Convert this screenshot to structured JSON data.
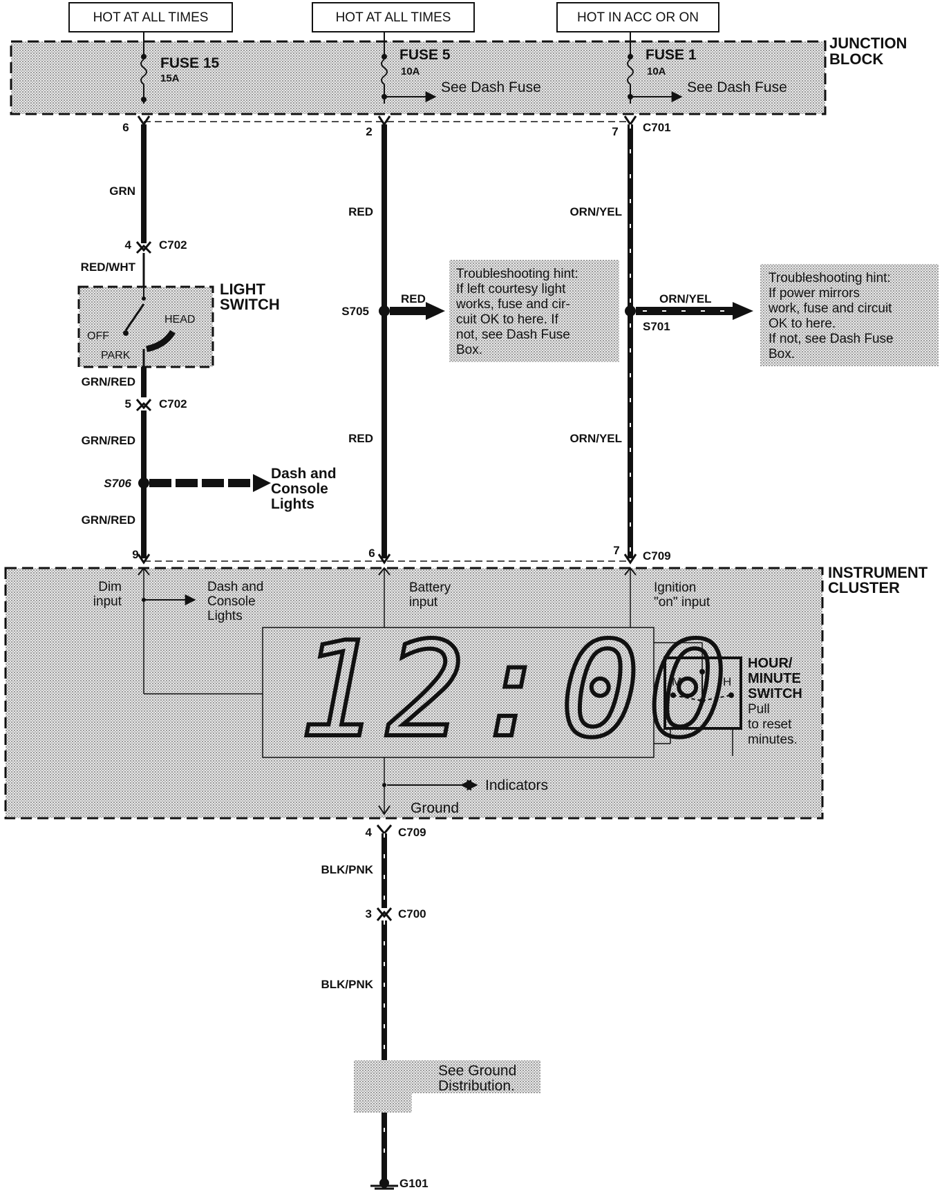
{
  "power_sources": [
    {
      "label": "HOT AT ALL TIMES"
    },
    {
      "label": "HOT AT ALL TIMES"
    },
    {
      "label": "HOT IN ACC OR ON"
    }
  ],
  "junction_block": {
    "title_line1": "JUNCTION",
    "title_line2": "BLOCK",
    "fuses": [
      {
        "name": "FUSE 15",
        "rating": "15A",
        "note": ""
      },
      {
        "name": "FUSE 5",
        "rating": "10A",
        "note": "See Dash Fuse"
      },
      {
        "name": "FUSE 1",
        "rating": "10A",
        "note": "See Dash Fuse"
      }
    ]
  },
  "connectors": {
    "c701": "C701",
    "c702_top": "C702",
    "c702_bottom": "C702",
    "c709_top": "C709",
    "c709_bottom": "C709",
    "c700": "C700",
    "g101": "G101"
  },
  "pins": {
    "left_top": "6",
    "mid_top": "2",
    "right_top": "7",
    "c702_a": "4",
    "c702_b": "5",
    "left_bottom": "9",
    "mid_bottom": "6",
    "right_bottom": "7",
    "c709_gnd": "4",
    "c700_gnd": "3"
  },
  "wires": {
    "grn": "GRN",
    "red_wht": "RED/WHT",
    "grn_red_1": "GRN/RED",
    "grn_red_2": "GRN/RED",
    "grn_red_3": "GRN/RED",
    "red_1": "RED",
    "red_2": "RED",
    "red_branch": "RED",
    "orn_yel_1": "ORN/YEL",
    "orn_yel_2": "ORN/YEL",
    "orn_yel_branch": "ORN/YEL",
    "blk_pnk_1": "BLK/PNK",
    "blk_pnk_2": "BLK/PNK"
  },
  "splices": {
    "s705": "S705",
    "s701": "S701",
    "s706": "S706"
  },
  "light_switch": {
    "title_line1": "LIGHT",
    "title_line2": "SWITCH",
    "off": "OFF",
    "head": "HEAD",
    "park": "PARK"
  },
  "dash_console_top": [
    "Dash and",
    "Console",
    "Lights"
  ],
  "hint_left": [
    "Troubleshooting hint:",
    "If left courtesy light",
    "works, fuse and cir-",
    "cuit OK to here. If",
    "not, see Dash Fuse",
    "Box."
  ],
  "hint_right": [
    "Troubleshooting hint:",
    "If power mirrors",
    "work, fuse and circuit",
    "OK to here.",
    "If not, see Dash Fuse",
    "Box."
  ],
  "instrument_cluster": {
    "title_line1": "INSTRUMENT",
    "title_line2": "CLUSTER",
    "dim_input": [
      "Dim",
      "input"
    ],
    "dash_console": [
      "Dash and",
      "Console",
      "Lights"
    ],
    "battery_input": [
      "Battery",
      "input"
    ],
    "ignition_input": [
      "Ignition",
      "\"on\" input"
    ],
    "clock_display": "12:00",
    "hour_minute_switch": [
      "HOUR/",
      "MINUTE",
      "SWITCH"
    ],
    "switch_note": [
      "Pull",
      "to reset",
      "minutes."
    ],
    "switch_m": "M",
    "switch_h": "H",
    "indicators": "Indicators",
    "ground": "Ground"
  },
  "ground_note": [
    "See Ground",
    "Distribution."
  ]
}
